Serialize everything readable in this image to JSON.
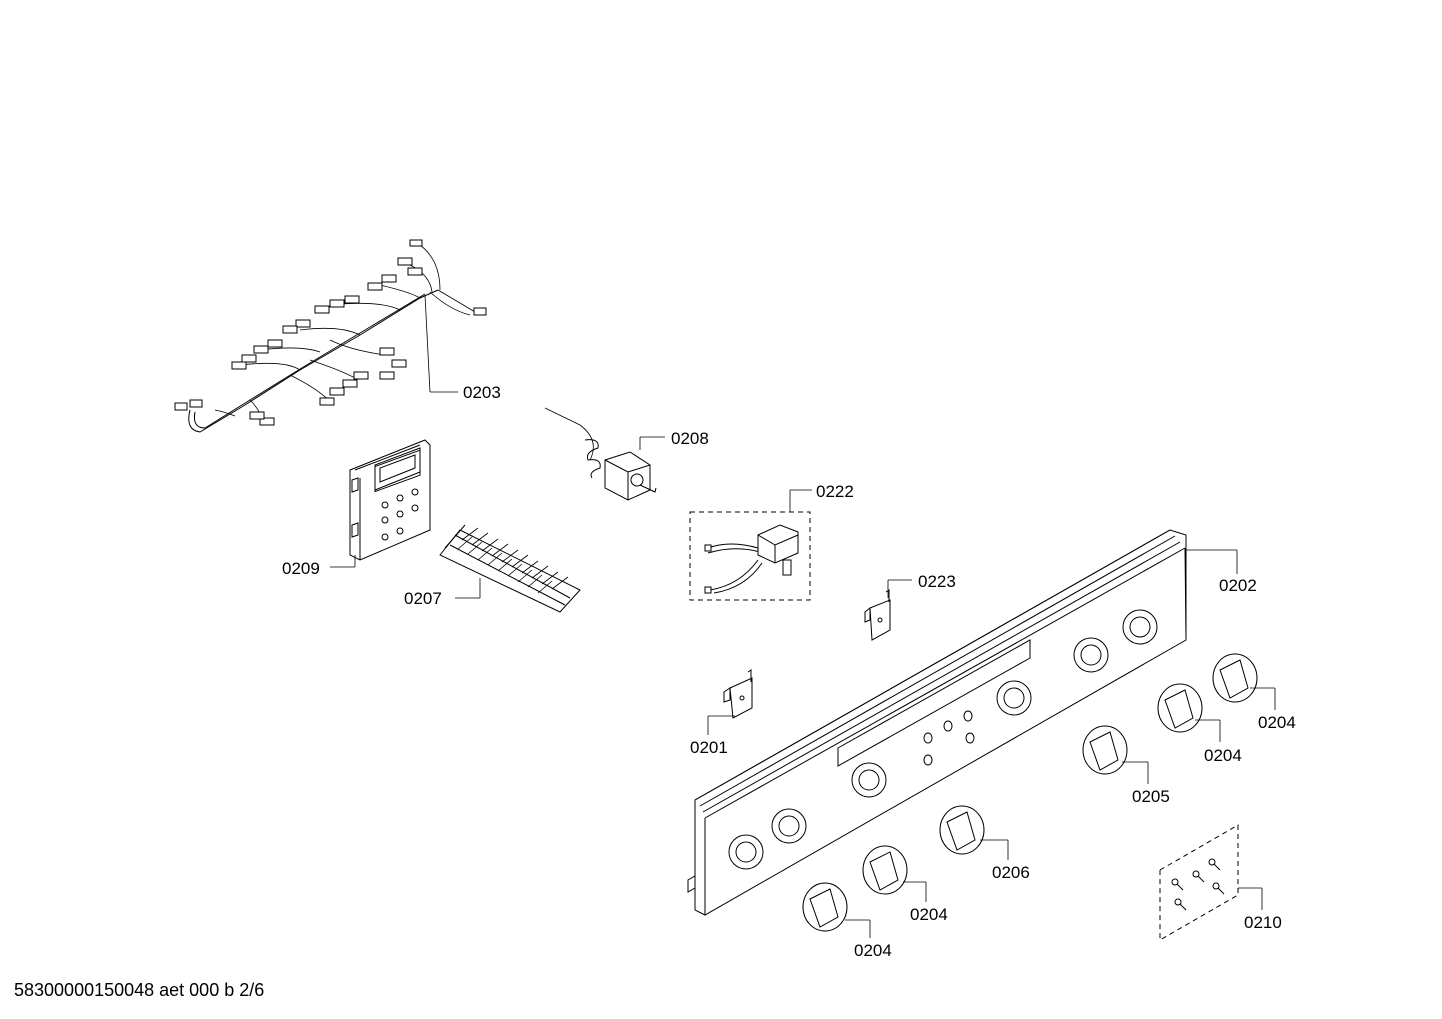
{
  "document_id": "58300000150048 aet 000 b 2/6",
  "labels": {
    "p0203": "0203",
    "p0208": "0208",
    "p0222": "0222",
    "p0209": "0209",
    "p0207": "0207",
    "p0223": "0223",
    "p0202": "0202",
    "p0201": "0201",
    "p0204a": "0204",
    "p0204b": "0204",
    "p0205": "0205",
    "p0206": "0206",
    "p0204c": "0204",
    "p0204d": "0204",
    "p0210": "0210"
  }
}
